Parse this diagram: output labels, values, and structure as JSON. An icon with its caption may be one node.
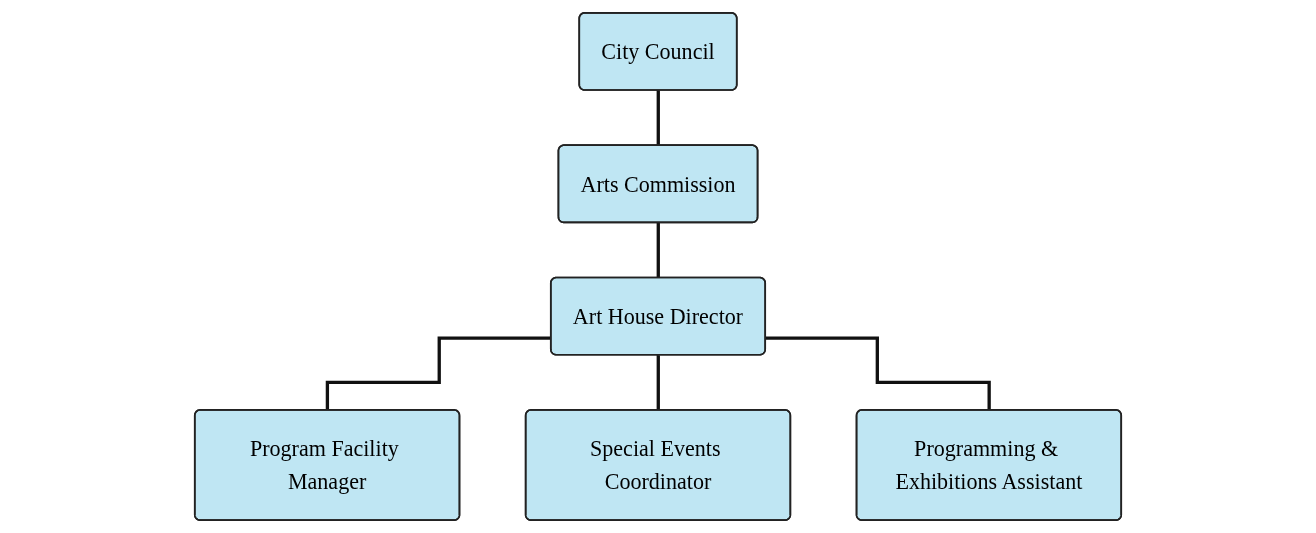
{
  "diagram": {
    "nodes": [
      {
        "text": [
          "City Council"
        ]
      },
      {
        "text": [
          "Arts Commission"
        ]
      },
      {
        "text": [
          "Art House Director"
        ]
      },
      {
        "text": [
          "Program Facility Manager"
        ]
      },
      {
        "text": [
          "Special Events Coordinator"
        ]
      },
      {
        "text": [
          "Programming & Exhibitions Assistant"
        ]
      }
    ],
    "edges": [
      {
        "from": 0,
        "to": 1,
        "arrow": "none"
      },
      {
        "from": 1,
        "to": 2,
        "arrow": "none"
      },
      {
        "from": 2,
        "to": 3,
        "arrow": "none"
      },
      {
        "from": 2,
        "to": 4,
        "arrow": "none"
      },
      {
        "from": 2,
        "to": 5,
        "arrow": "none"
      }
    ]
  }
}
